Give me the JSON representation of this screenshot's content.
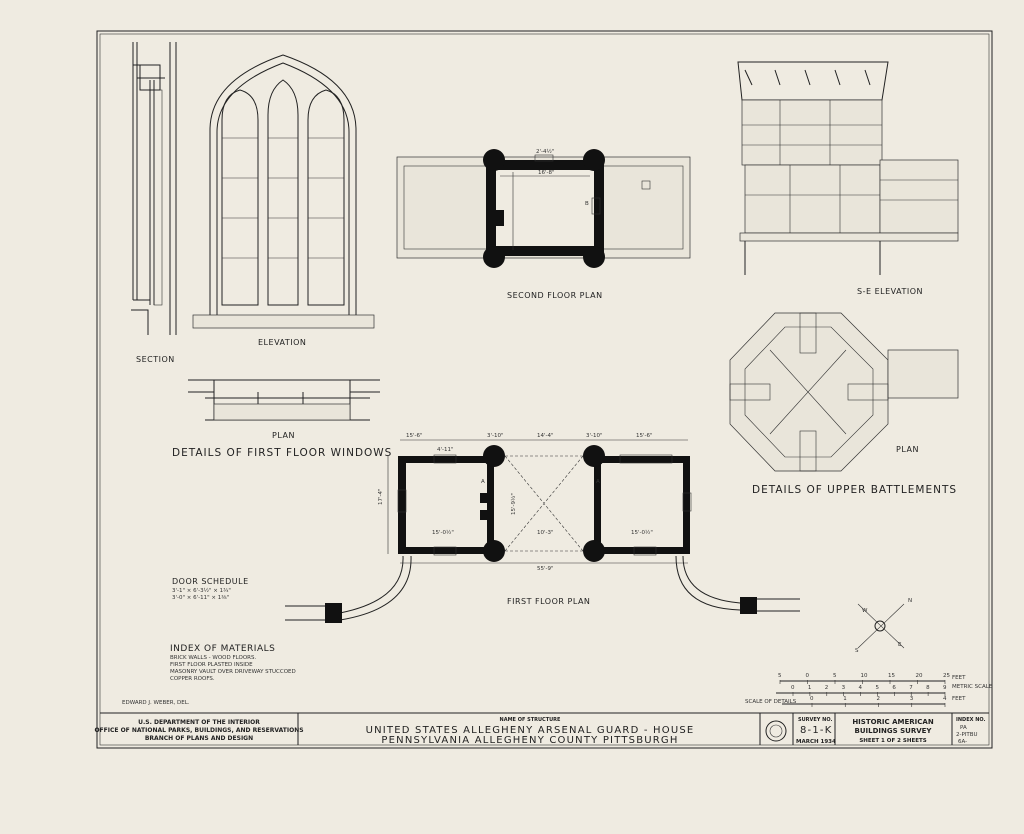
{
  "sheet": {
    "views": {
      "section": "SECTION",
      "elevation": "ELEVATION",
      "window_plan": "PLAN",
      "window_details_title": "DETAILS OF FIRST FLOOR WINDOWS",
      "second_floor_plan": "SECOND FLOOR PLAN",
      "se_elevation": "S-E ELEVATION",
      "battlement_plan": "PLAN",
      "battlement_details_title": "DETAILS OF UPPER BATTLEMENTS",
      "first_floor_plan": "FIRST FLOOR PLAN"
    },
    "first_floor_dims": {
      "top": [
        "15'-6\"",
        "3'-10\"",
        "14'-4\"",
        "3'-10\"",
        "15'-6\""
      ],
      "window": "4'-11\"",
      "left": "17'-4\"",
      "middle_height": "15'-9½\"",
      "interior_left": "15'-0½\"",
      "interior_right": "15'-0½\"",
      "driveway": "10'-3\"",
      "overall": "55'-9\"",
      "door_marks": [
        "A",
        "A"
      ]
    },
    "second_floor_dims": {
      "width": "16'-8\"",
      "window": "2'-4½\"",
      "door_mark": "B"
    },
    "door_schedule": {
      "title": "DOOR SCHEDULE",
      "rows": [
        "3'-1\" × 6'-3½\" × 1¾\"",
        "3'-0\" × 6'-11\" × 1⅜\""
      ]
    },
    "index_of_materials": {
      "title": "INDEX OF MATERIALS",
      "lines": [
        "BRICK WALLS - WOOD FLOORS.",
        "FIRST FLOOR PLASTED INSIDE",
        "MASONRY VAULT OVER DRIVEWAY STUCCOED",
        "COPPER ROOFS."
      ]
    },
    "delineator": "EDWARD J. WEBER, DEL.",
    "compass": [
      "N",
      "E",
      "S",
      "W"
    ],
    "scale": {
      "feet_ticks": [
        "5",
        "0",
        "5",
        "10",
        "15",
        "20",
        "25"
      ],
      "feet_label": "FEET",
      "metric_ticks": [
        "0",
        "1",
        "2",
        "3",
        "4",
        "5",
        "6",
        "7",
        "8",
        "9"
      ],
      "metric_label": "METRIC SCALE",
      "details_ticks": [
        "0",
        "1",
        "2",
        "3",
        "4"
      ],
      "details_label": "SCALE OF DETAILS",
      "details_unit": "FEET"
    }
  },
  "title_block": {
    "agency": [
      "U.S. DEPARTMENT OF THE INTERIOR",
      "OFFICE OF NATIONAL PARKS, BUILDINGS, AND RESERVATIONS",
      "BRANCH OF PLANS AND DESIGN"
    ],
    "name_label": "NAME OF STRUCTURE",
    "name_line1": "UNITED STATES ALLEGHENY ARSENAL GUARD - HOUSE",
    "name_line2": "PENNSYLVANIA ALLEGHENY COUNTY PITTSBURGH",
    "survey_label": "SURVEY NO.",
    "survey_no": "8-1-K",
    "date": "MARCH 1934",
    "program": [
      "HISTORIC AMERICAN",
      "BUILDINGS SURVEY"
    ],
    "sheet_text": "SHEET 1 OF 2 SHEETS",
    "index_label": "INDEX NO.",
    "index_value": [
      "PA",
      "2-PITBU",
      "6A-"
    ]
  }
}
